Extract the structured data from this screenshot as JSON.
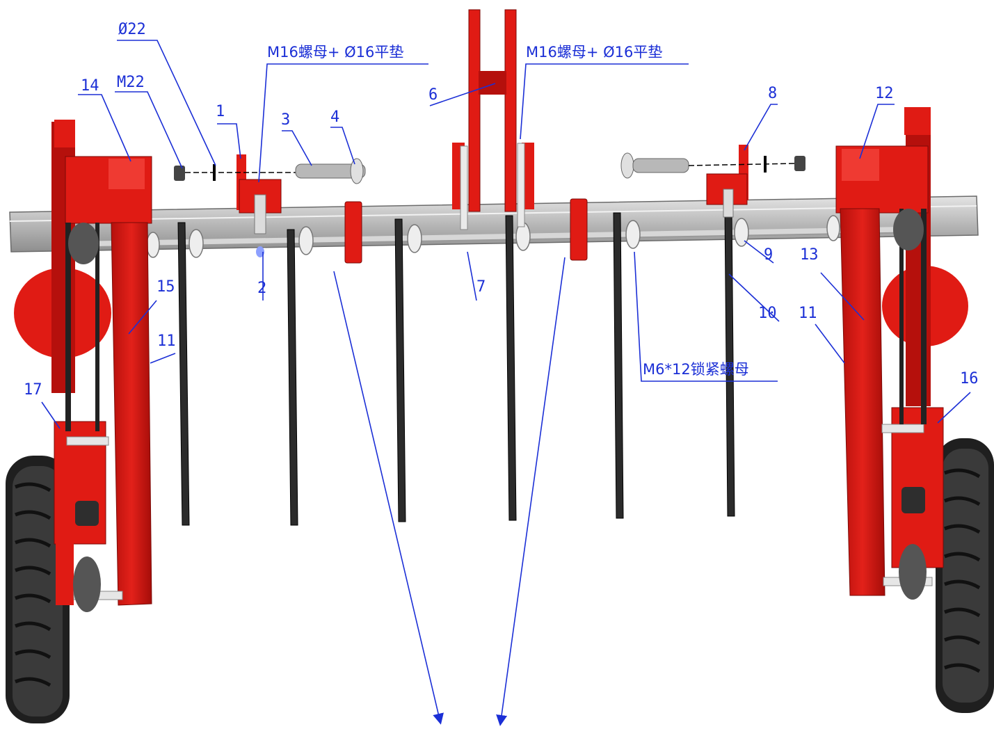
{
  "labels": {
    "l1": "1",
    "l2": "2",
    "l3": "3",
    "l4": "4",
    "l6": "6",
    "l7": "7",
    "l8": "8",
    "l9": "9",
    "l10": "10",
    "l11a": "11",
    "l11b": "11",
    "l12": "12",
    "l13": "13",
    "l14": "14",
    "l15": "15",
    "l16": "16",
    "l17": "17",
    "d22": "Ø22",
    "m22": "M22",
    "nutA": "M16螺母+ Ø16平垫",
    "nutB": "M16螺母+ Ø16平垫",
    "lockNut": "M6*12锁紧螺母"
  },
  "colors": {
    "frame": "#e01b14",
    "frameDark": "#8c0c08",
    "beam": "#c9c9c9",
    "tine": "#2b2b2b",
    "tire": "#1f1f1f",
    "leader": "#1b2fd6"
  }
}
